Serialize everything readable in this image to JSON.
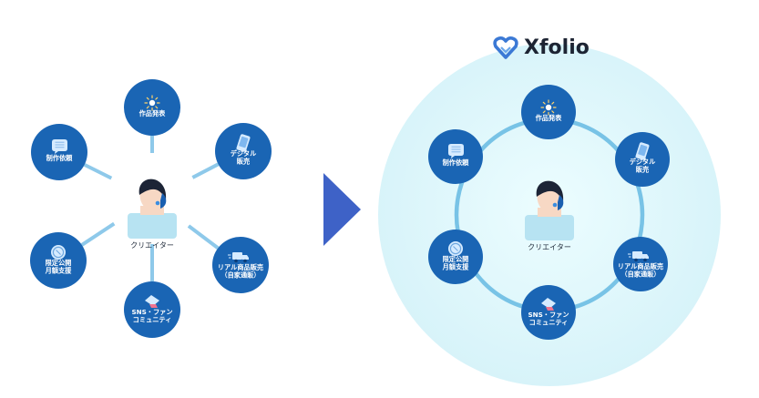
{
  "left_diagram": {
    "creator_label": "クリエイター",
    "nodes": [
      {
        "icon": "spotlight-icon",
        "label_lines": [
          "作品発表"
        ]
      },
      {
        "icon": "smartphone-icon",
        "label_lines": [
          "デジタル",
          "販売"
        ]
      },
      {
        "icon": "truck-icon",
        "label_lines": [
          "リアル商品販売",
          "（自家通販）"
        ]
      },
      {
        "icon": "chat-bubble-icon",
        "label_lines": [
          "SNS・ファン",
          "コミュニティ"
        ]
      },
      {
        "icon": "coin-icon",
        "label_lines": [
          "限定公開",
          "月額支援"
        ]
      },
      {
        "icon": "speech-bubble-icon",
        "label_lines": [
          "制作依頼"
        ]
      }
    ]
  },
  "right_diagram": {
    "brand": "Xfolio",
    "brand_logo_icon": "xfolio-heart-logo-icon",
    "creator_label": "クリエイター",
    "nodes": [
      {
        "icon": "spotlight-icon",
        "label_lines": [
          "作品発表"
        ]
      },
      {
        "icon": "smartphone-icon",
        "label_lines": [
          "デジタル",
          "販売"
        ]
      },
      {
        "icon": "truck-icon",
        "label_lines": [
          "リアル商品販売",
          "（自家通販）"
        ]
      },
      {
        "icon": "chat-bubble-icon",
        "label_lines": [
          "SNS・ファン",
          "コミュニティ"
        ]
      },
      {
        "icon": "coin-icon",
        "label_lines": [
          "限定公開",
          "月額支援"
        ]
      },
      {
        "icon": "speech-bubble-icon",
        "label_lines": [
          "制作依頼"
        ]
      }
    ]
  },
  "arrow_icon": "arrow-right-icon",
  "colors": {
    "node_fill": "#1a65b4",
    "connector": "#8ec9ea",
    "ring": "#78c3e6",
    "halo": "#dff7fb",
    "arrow": "#3e62c7",
    "creator_skin": "#f7d8c4",
    "creator_hair": "#1c2436",
    "creator_shirt": "#b7e3f2",
    "creator_accent": "#1a5fb0",
    "logo_blue": "#3b79d5"
  }
}
